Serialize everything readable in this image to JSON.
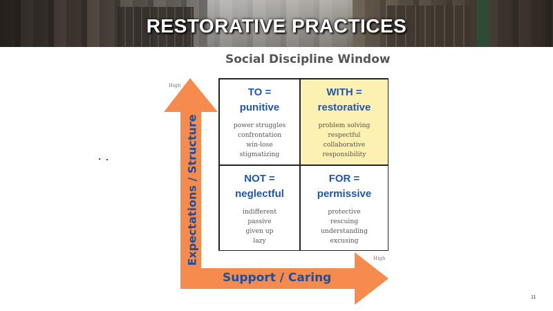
{
  "banner": {
    "title": "RESTORATIVE PRACTICES"
  },
  "subtitle": "Social Discipline Window",
  "axes": {
    "y_label": "Expectations / Structure",
    "x_label": "Support / Caring",
    "y_high": "High",
    "x_high": "High"
  },
  "quadrants": {
    "top_left": {
      "line1": "TO =",
      "line2": "punitive",
      "items": [
        "power struggles",
        "confrontation",
        "win-lose",
        "stigmatizing"
      ]
    },
    "top_right": {
      "line1": "WITH =",
      "line2": "restorative",
      "items": [
        "problem solving",
        "respectful",
        "collaborative",
        "responsibility"
      ]
    },
    "bottom_left": {
      "line1": "NOT =",
      "line2": "neglectful",
      "items": [
        "indifferent",
        "passive",
        "given up",
        "lazy"
      ]
    },
    "bottom_right": {
      "line1": "FOR =",
      "line2": "permissive",
      "items": [
        "protective",
        "rescuing",
        "understanding",
        "excusing"
      ]
    }
  },
  "colors": {
    "arrow": "#f58b4c",
    "heading": "#1f56a8",
    "axis_label": "#1f4e9c",
    "highlight": "#fdf0b3"
  },
  "page_number": "11"
}
